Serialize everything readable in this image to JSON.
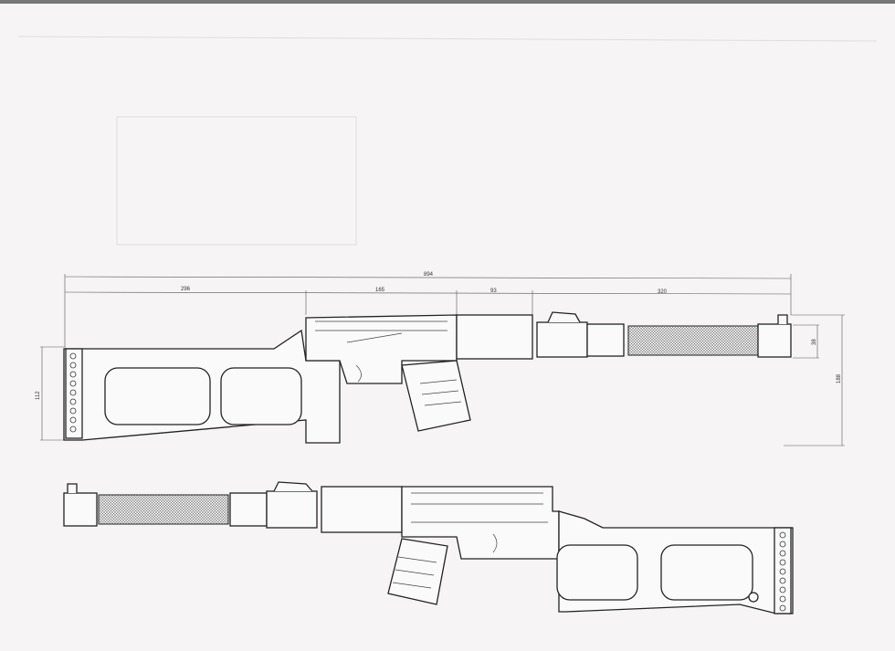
{
  "drawing": {
    "dimensions": {
      "overall_length": "894",
      "stock_length": "296",
      "receiver_length": "165",
      "handguard_length": "93",
      "suppressor_length": "320",
      "suppressor_diameter": "38",
      "overall_height": "188",
      "stock_height": "112"
    },
    "views": [
      "left-side",
      "right-side"
    ],
    "line_color": "#222222",
    "paper_color": "#f7f4f6"
  }
}
